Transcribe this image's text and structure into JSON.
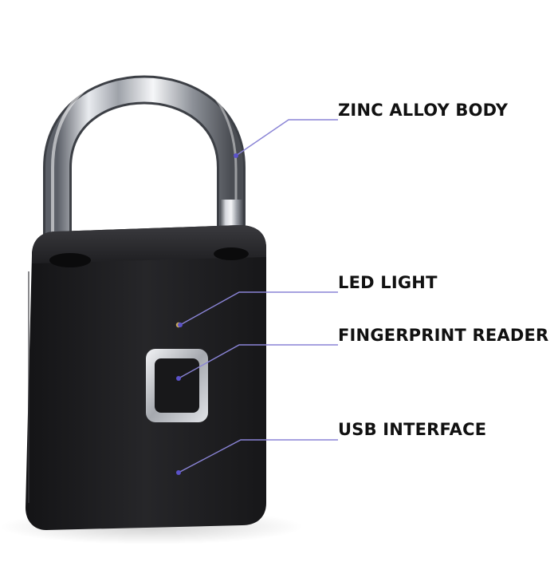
{
  "callouts": {
    "zinc_alloy_body": "ZINC ALLOY BODY",
    "led_light": "LED LIGHT",
    "fingerprint_reader": "FINGERPRINT READER",
    "usb_interface": "USB INTERFACE"
  },
  "colors": {
    "leader_line": "#8a84d6",
    "leader_dot": "#5b52c9",
    "lock_body": "#1e1e20",
    "shackle": "#c9ccd2",
    "fingerprint_frame": "#d9dbe0",
    "label_text": "#111111"
  }
}
